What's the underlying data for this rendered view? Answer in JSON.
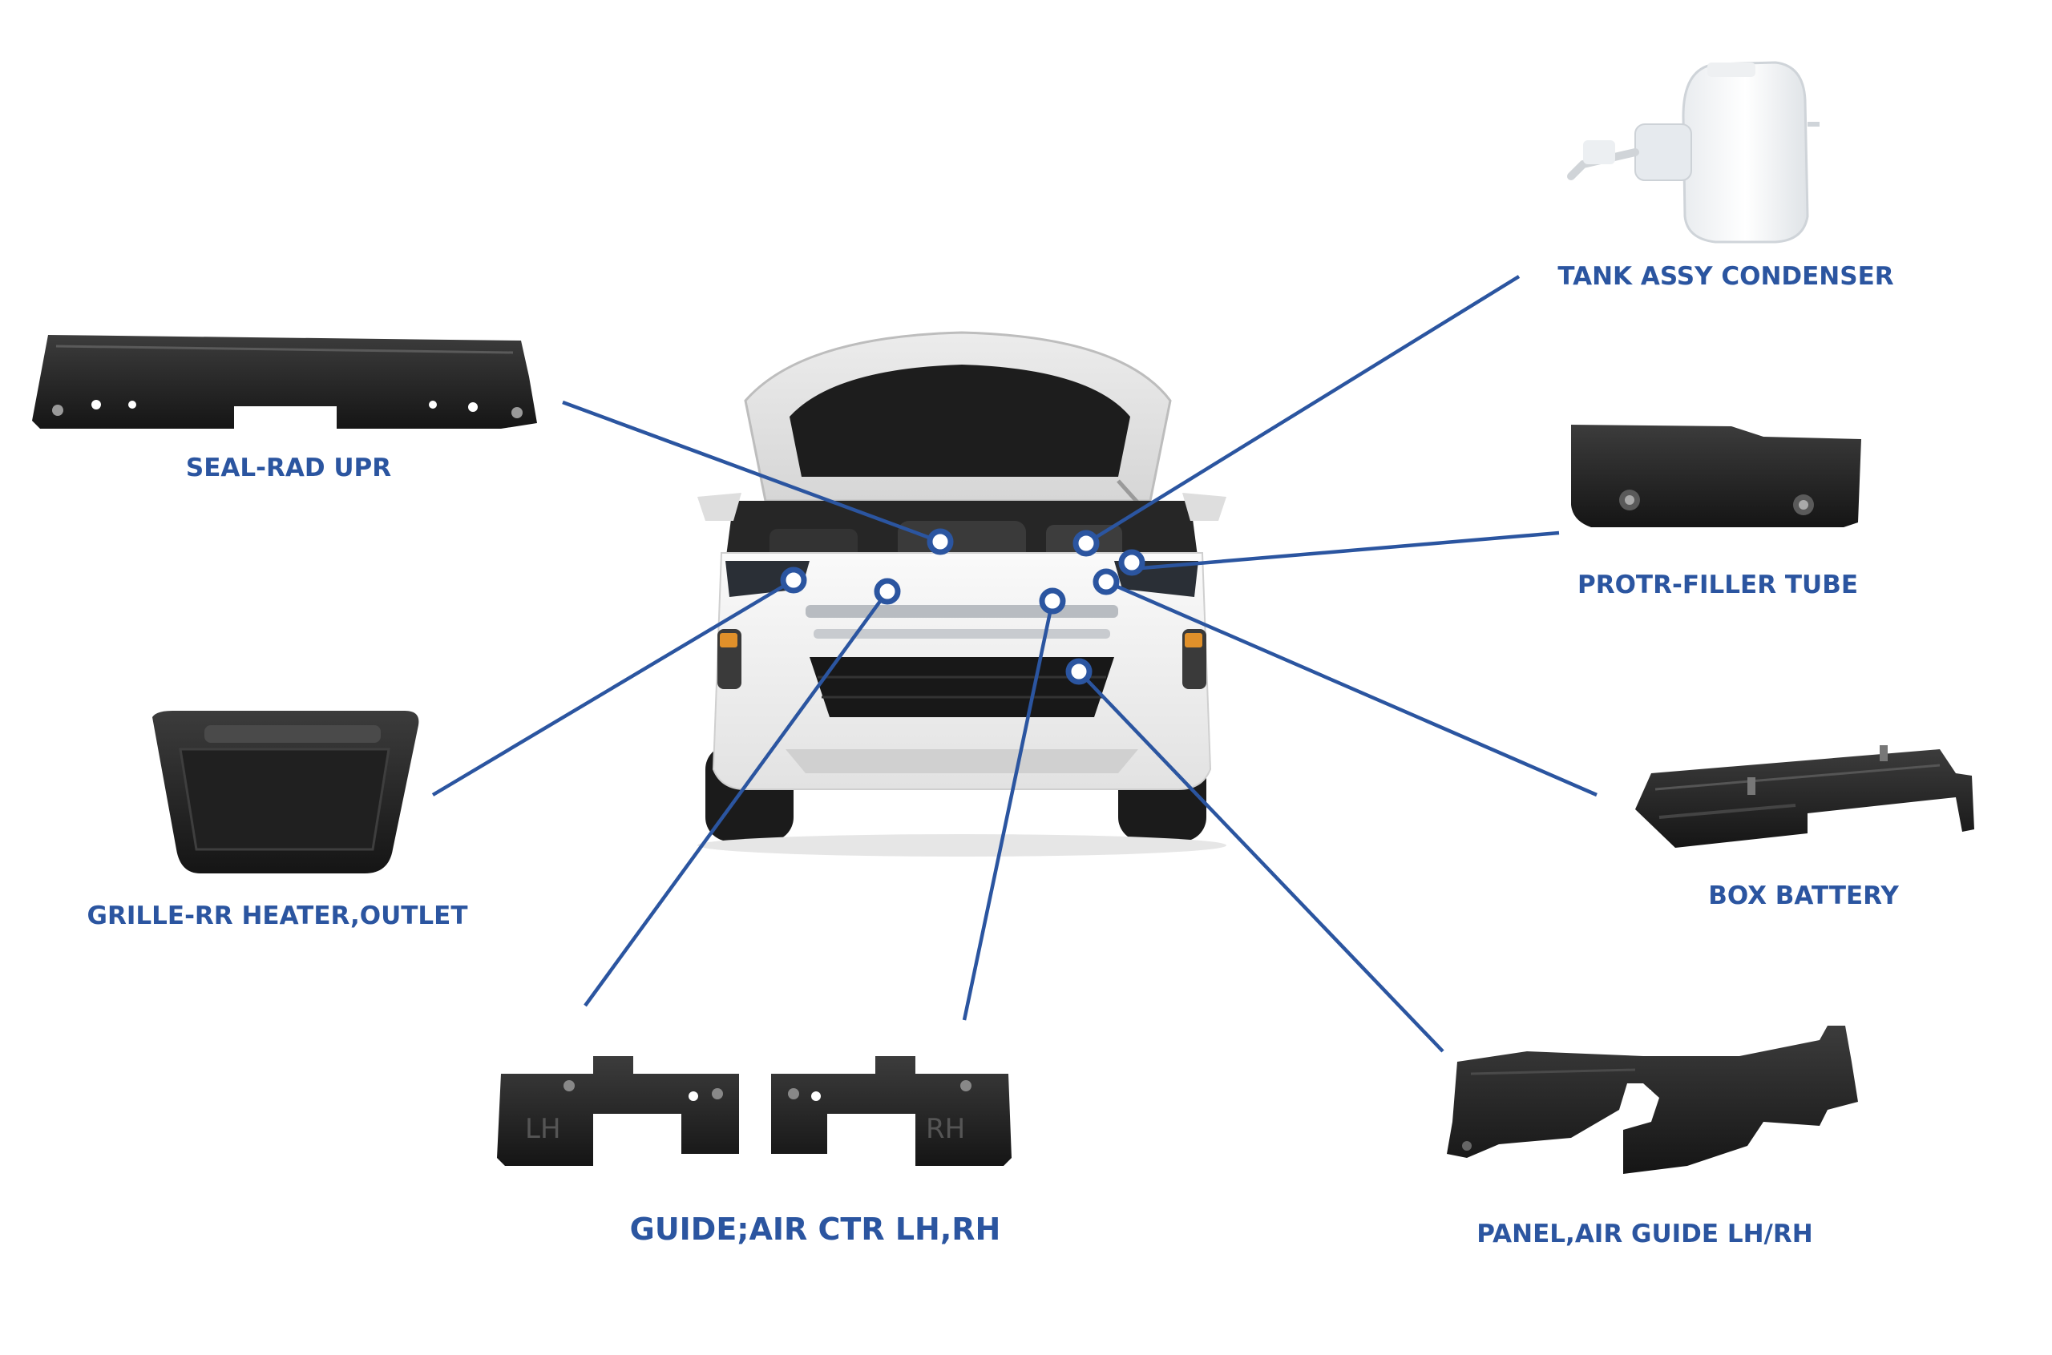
{
  "parts": [
    {
      "id": "seal-rad-upr",
      "label": "SEAL-RAD UPR"
    },
    {
      "id": "grille-rr-heater-outlet",
      "label": "GRILLE-RR HEATER,OUTLET"
    },
    {
      "id": "guide-air-ctr",
      "label": "GUIDE;AIR CTR LH,RH"
    },
    {
      "id": "tank-assy-condenser",
      "label": "TANK ASSY CONDENSER"
    },
    {
      "id": "protr-filler-tube",
      "label": "PROTR-FILLER TUBE"
    },
    {
      "id": "box-battery",
      "label": "BOX BATTERY"
    },
    {
      "id": "panel-air-guide",
      "label": "PANEL,AIR GUIDE LH/RH"
    }
  ],
  "guide_marks": {
    "left": "LH",
    "right": "RH"
  },
  "colors": {
    "accent": "#2b55a0",
    "part": "#1f1f1f",
    "vehicle_body": "#f4f4f4",
    "background": "#ffffff"
  }
}
